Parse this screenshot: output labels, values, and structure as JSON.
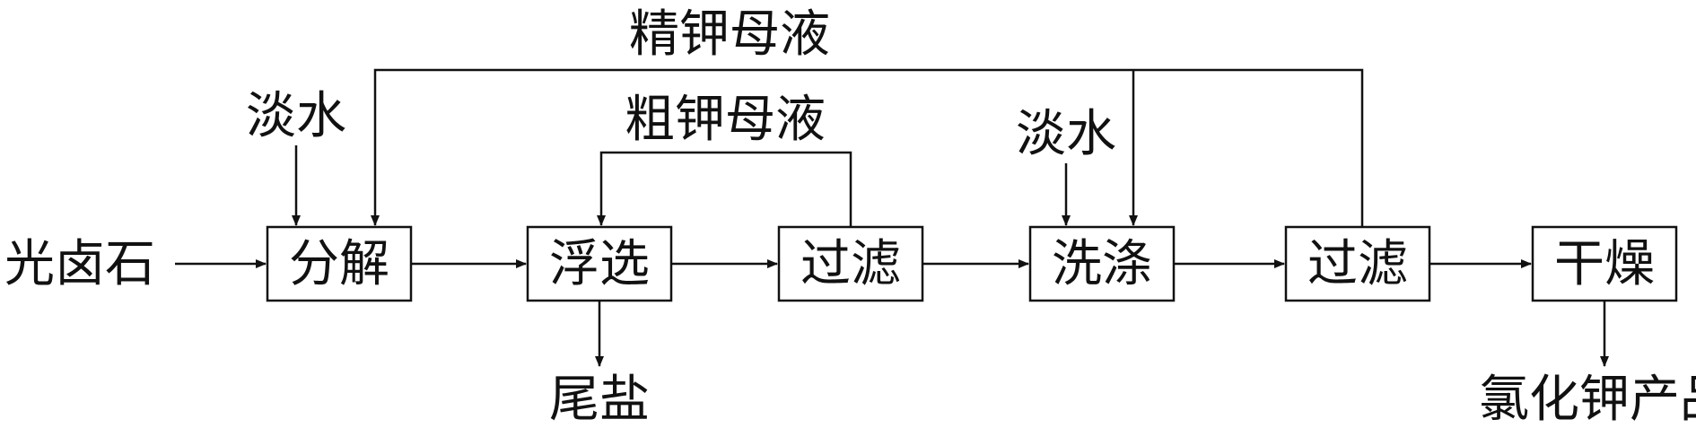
{
  "diagram": {
    "inputs": {
      "raw_material": "光卤石",
      "fresh_water_1": "淡水",
      "fresh_water_2": "淡水"
    },
    "steps": {
      "decompose": "分解",
      "flotation": "浮选",
      "filter_1": "过滤",
      "wash": "洗涤",
      "filter_2": "过滤",
      "dry": "干燥"
    },
    "recycle": {
      "fine_mother_liquor": "精钾母液",
      "crude_mother_liquor": "粗钾母液"
    },
    "outputs": {
      "tailings": "尾盐",
      "product": "氯化钾产品"
    }
  }
}
